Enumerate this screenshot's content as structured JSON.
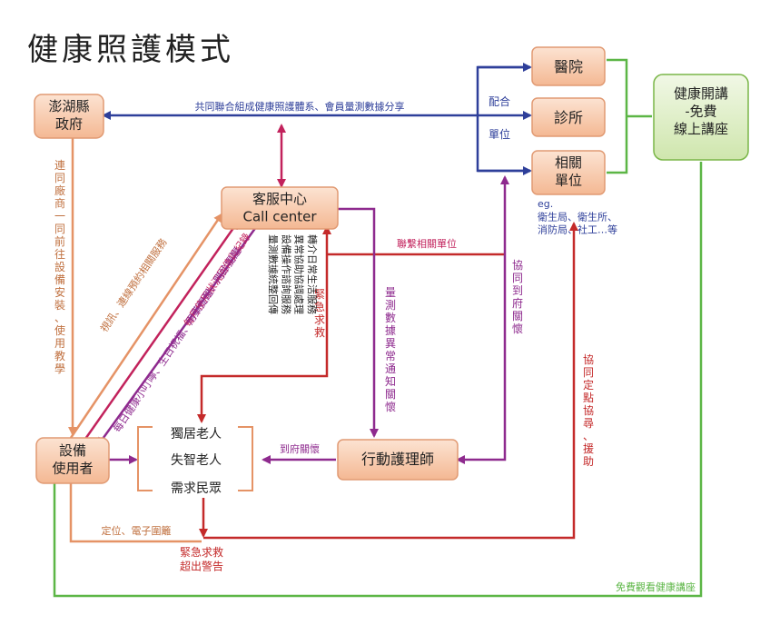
{
  "title": "健康照護模式",
  "nodes": {
    "penghu_gov": "澎湖縣\n政府",
    "call_center": "客服中心\nCall center",
    "hospital": "醫院",
    "clinic": "診所",
    "related_units": "相關\n單位",
    "health_lecture": "健康開講\n-免費\n線上講座",
    "device_user": "設備\n使用者",
    "mobile_nurse": "行動護理師",
    "elderly_alone": "獨居老人",
    "dementia_elderly": "失智老人",
    "people_in_need": "需求民眾",
    "emergency": "緊急求救\n超出警告"
  },
  "labels": {
    "top_share": "共同聯合組成健康照護體系、會員量測數據分享",
    "cooperate": "配合",
    "units": "單位",
    "eg_units": "eg.\n衛生局、衛生所、\n消防局、社工…等",
    "contact_units": "聯繫相關單位",
    "install_teach": "連同廠商一同前往設備安裝、使用教學",
    "video_services": "視訊、連線預約相關服務",
    "usage_return": "每月使用狀況回傳與紀錄",
    "daily_push": "每日健康小叮嚀、生日祝福、用藥提醒、門診提醒",
    "cc_services": "轉介日常生活服務\n異常協助協調處理\n設備操作諮詢服務\n量測數據統整回傳",
    "emergency_help": "緊急求救",
    "abnormal_notify": "量測數據異常通知關懷",
    "assist_visit": "協同到府關懷",
    "home_care": "到府關懷",
    "assist_fixed": "協同定點協尋、援助",
    "locate": "定位、電子圍籬",
    "free_watch": "免費觀看健康講座"
  },
  "colors": {
    "blue": "#2e3f9a",
    "pink": "#c2225c",
    "purple": "#8e2a8e",
    "orange": "#e59366",
    "red": "#c42a2a",
    "green": "#5cb646",
    "box_fill": "#f7c9ad",
    "box_stroke": "#e19a73",
    "green_fill": "#e2f0cf",
    "green_stroke": "#7ab648"
  }
}
